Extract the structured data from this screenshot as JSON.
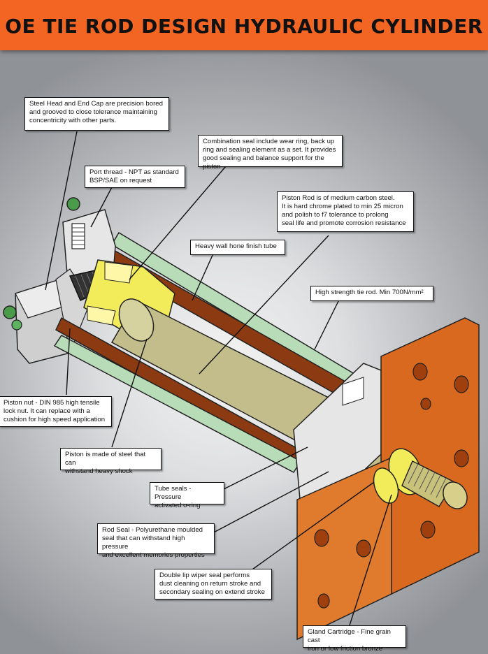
{
  "title": "OE TIE ROD DESIGN HYDRAULIC CYLINDER",
  "colors": {
    "header": "#f26522",
    "background": "#8f9297",
    "mount_plate": "#d9691f",
    "tube": "#8b3a12",
    "tie_rod": "#b8dcb8",
    "piston_rod": "#c2bd8a",
    "seals": "#f2ec5a",
    "end_caps": "#cdcdcd"
  },
  "callouts": {
    "steel_head": "Steel Head and End Cap are precision bored\nand grooved to close tolerance maintaining\nconcentricity with other parts.",
    "combination_seal": "Combination seal include wear ring, back up\nring and sealing element as a set. It provides\ngood sealing and balance support for the piston",
    "port_thread": "Port thread - NPT as standard\nBSP/SAE on request",
    "piston_rod": "Piston Rod is of medium carbon steel.\nIt is hard chrome plated to min 25 micron\nand polish to f7 tolerance to prolong\nseal life and promote corrosion resistance",
    "hone_tube": "Heavy wall hone finish tube",
    "tie_rod": "High strength tie rod. Min 700N/mm²",
    "piston_nut": "Piston nut - DIN 985 high tensile\nlock nut. It can replace with a\ncushion for high speed application",
    "piston": "Piston is made of steel that can\nwithstand heavy shock",
    "tube_seals": "Tube seals - Pressure\nactivated o-ring",
    "rod_seal": "Rod Seal - Polyurethane moulded\nseal that can withstand high pressure\nand excellent memories properties",
    "wiper_seal": "Double lip wiper seal performs\ndust cleaning on return stroke and\nsecondary sealing on extend stroke",
    "gland": "Gland Cartridge - Fine grain cast\niron or low friction bronze"
  }
}
